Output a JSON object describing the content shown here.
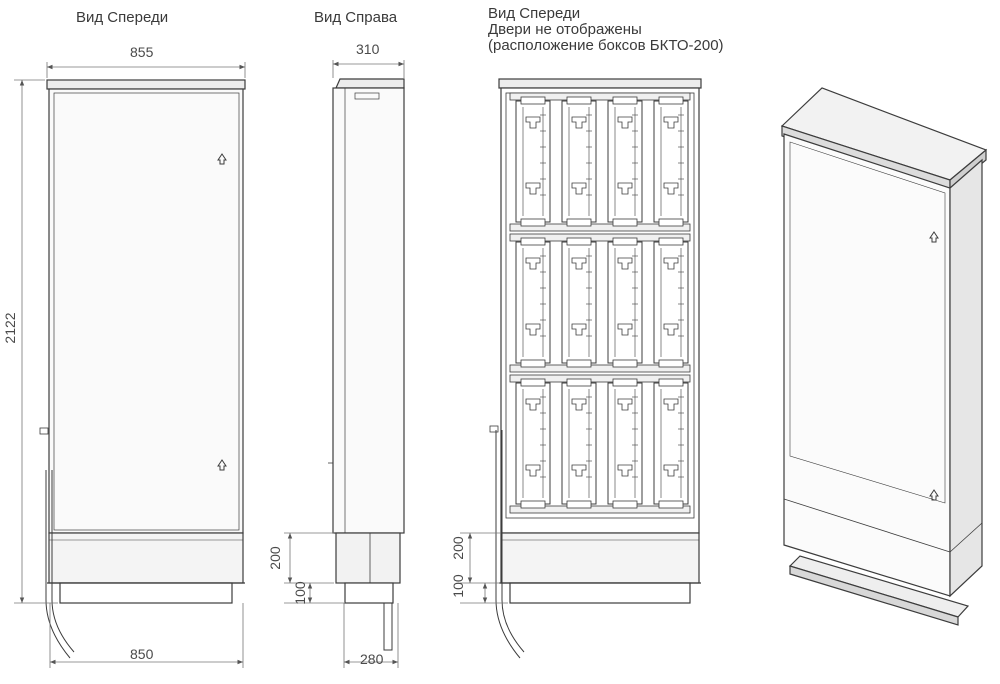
{
  "views": {
    "front": {
      "title": "Вид Спереди",
      "dims": {
        "width_top": "855",
        "height": "2122",
        "width_bottom": "850"
      }
    },
    "side": {
      "title": "Вид Справа",
      "dims": {
        "depth_top": "310",
        "plinth_200": "200",
        "plinth_100": "100",
        "depth_bottom": "280"
      }
    },
    "inside": {
      "title_line1": "Вид Спереди",
      "title_line2": "Двери не отображены",
      "title_line3": "(расположение боксов БКТО-200)",
      "dims": {
        "plinth_200": "200",
        "plinth_100": "100"
      },
      "boxes": {
        "rows": 3,
        "columns": 4
      }
    },
    "iso": {
      "icons": [
        "lock-icon-upper",
        "lock-icon-lower"
      ]
    }
  },
  "colors": {
    "line": "#3c3c3c",
    "fill_light": "#f4f4f4",
    "fill_shade": "#d9d9d9",
    "dim_line": "#666666"
  }
}
